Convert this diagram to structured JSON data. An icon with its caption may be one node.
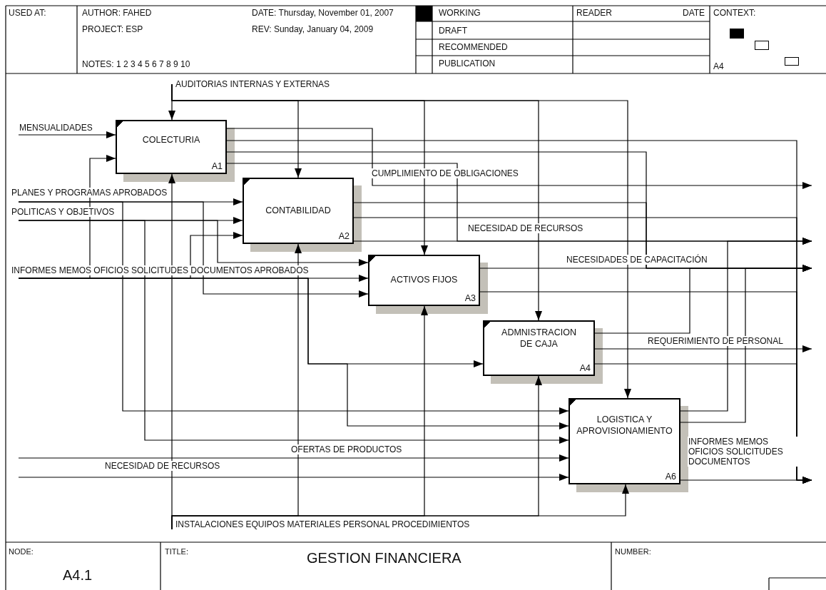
{
  "diagram": {
    "title": "GESTION FINANCIERA",
    "nodes": [
      {
        "text": [
          "COLECTURIA",
          "A1"
        ]
      },
      {
        "text": [
          "CONTABILIDAD",
          "A2"
        ]
      },
      {
        "text": [
          "ACTIVOS FIJOS",
          "A3"
        ]
      },
      {
        "text": [
          "ADMNISTRACION DE CAJA",
          "A4"
        ]
      },
      {
        "text": [
          "LOGISTICA Y APROVISIONAMIENTO",
          "A6"
        ]
      }
    ],
    "edges": [
      {
        "from": null,
        "to": 0,
        "arrow": "to",
        "label": "AUDITORIAS INTERNAS Y EXTERNAS"
      },
      {
        "from": null,
        "to": 1,
        "arrow": "to"
      },
      {
        "from": null,
        "to": 2,
        "arrow": "to"
      },
      {
        "from": null,
        "to": 3,
        "arrow": "to"
      },
      {
        "from": null,
        "to": 4,
        "arrow": "to"
      },
      {
        "from": null,
        "to": 0,
        "arrow": "to",
        "label": "INSTALACIONES EQUIPOS MATERIALES PERSONAL PROCEDIMIENTOS"
      },
      {
        "from": null,
        "to": 1,
        "arrow": "to"
      },
      {
        "from": null,
        "to": 2,
        "arrow": "to"
      },
      {
        "from": null,
        "to": 3,
        "arrow": "to"
      },
      {
        "from": null,
        "to": 4,
        "arrow": "to"
      },
      {
        "from": null,
        "to": 0,
        "arrow": "to",
        "label": "MENSUALIDADES"
      },
      {
        "from": null,
        "to": 1,
        "arrow": "to",
        "label": "PLANES Y PROGRAMAS APROBADOS"
      },
      {
        "from": null,
        "to": 2,
        "arrow": "to"
      },
      {
        "from": null,
        "to": 4,
        "arrow": "to"
      },
      {
        "from": null,
        "to": 1,
        "arrow": "to",
        "label": "POLITICAS Y OBJETIVOS"
      },
      {
        "from": null,
        "to": 2,
        "arrow": "to"
      },
      {
        "from": null,
        "to": 4,
        "arrow": "to"
      },
      {
        "from": null,
        "to": 2,
        "arrow": "to",
        "label": "INFORMES MEMOS OFICIOS SOLICITUDES DOCUMENTOS APROBADOS"
      },
      {
        "from": null,
        "to": 0,
        "arrow": "to"
      },
      {
        "from": null,
        "to": 1,
        "arrow": "to"
      },
      {
        "from": null,
        "to": 3,
        "arrow": "to"
      },
      {
        "from": null,
        "to": 4,
        "arrow": "to"
      },
      {
        "from": null,
        "to": 4,
        "arrow": "to",
        "label": "OFERTAS DE PRODUCTOS"
      },
      {
        "from": null,
        "to": 4,
        "arrow": "to",
        "label": "NECESIDAD DE RECURSOS"
      },
      {
        "from": 0,
        "to": null,
        "arrow": "to",
        "label": "CUMPLIMIENTO DE OBLIGACIONES"
      },
      {
        "from": 0,
        "to": null,
        "arrow": "to"
      },
      {
        "from": 1,
        "to": null,
        "arrow": "to",
        "label": "NECESIDAD DE RECURSOS"
      },
      {
        "from": 4,
        "to": null,
        "arrow": "to"
      },
      {
        "from": 0,
        "to": null,
        "arrow": "to"
      },
      {
        "from": 1,
        "to": null,
        "arrow": "to"
      },
      {
        "from": 2,
        "to": null,
        "arrow": "to",
        "label": "NECESIDADES DE CAPACITACIÓN"
      },
      {
        "from": 3,
        "to": null,
        "arrow": "to"
      },
      {
        "from": 4,
        "to": null,
        "arrow": "to"
      },
      {
        "from": 3,
        "to": null,
        "arrow": "to",
        "label": "REQUERIMIENTO DE PERSONAL"
      },
      {
        "from": 0,
        "to": null,
        "arrow": "to"
      },
      {
        "from": 1,
        "to": null,
        "arrow": "to"
      },
      {
        "from": 2,
        "to": null,
        "arrow": "to"
      },
      {
        "from": 3,
        "to": null,
        "arrow": "to"
      },
      {
        "from": 4,
        "to": null,
        "arrow": "to",
        "label": "INFORMES MEMOS OFICIOS SOLICITUDES DOCUMENTOS"
      }
    ],
    "labels": [
      "USED AT:",
      "AUTHOR: FAHED",
      "DATE: Thursday, November 01, 2007",
      "WORKING",
      "READER",
      "DATE",
      "CONTEXT:",
      "PROJECT: ESP",
      "REV: Sunday, January 04, 2009",
      "DRAFT",
      "RECOMMENDED",
      "NOTES: 1 2 3 4 5 6 7 8 9 10",
      "PUBLICATION",
      "A4",
      "NODE:",
      "TITLE:",
      "NUMBER:",
      "A4.1"
    ]
  }
}
